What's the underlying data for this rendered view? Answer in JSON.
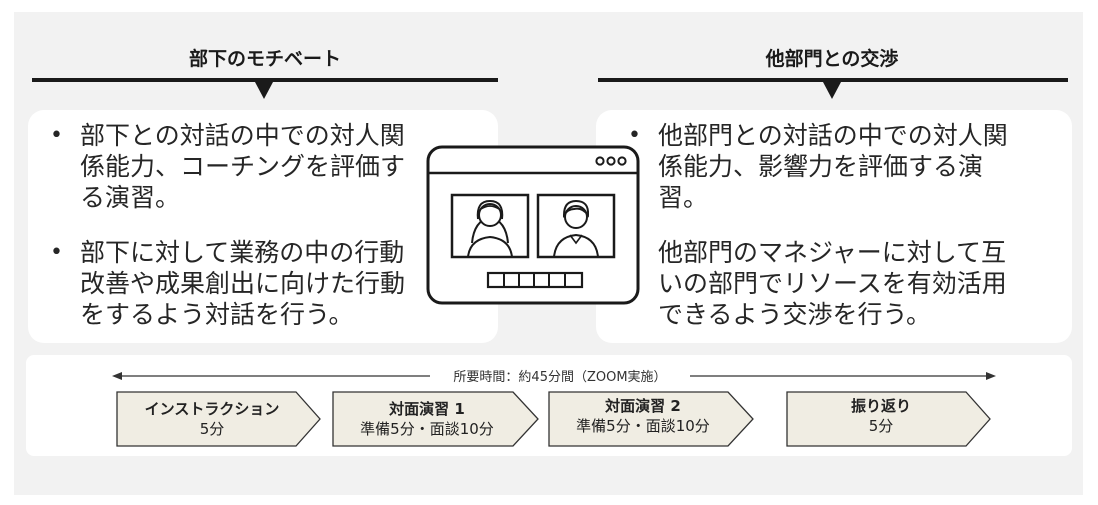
{
  "left_section": {
    "title": "部下のモチベート",
    "bullets": [
      "部下との対話の中での対人関係能力、コーチングを評価する演習。",
      "部下に対して業務の中の行動改善や成果創出に向けた行動をするよう対話を行う。"
    ]
  },
  "right_section": {
    "title": "他部門との交渉",
    "bullets": [
      "他部門との対話の中での対人関係能力、影響力を評価する演習。",
      "他部門のマネジャーに対して互いの部門でリソースを有効活用できるよう交渉を行う。"
    ]
  },
  "timeline": {
    "label": "所要時間：約45分間（ZOOM実施）",
    "steps": [
      {
        "title": "インストラクション",
        "detail": "5分"
      },
      {
        "title": "対面演習 1",
        "detail": "準備5分・面談10分"
      },
      {
        "title": "対面演習 2",
        "detail": "準備5分・面談10分"
      },
      {
        "title": "振り返り",
        "detail": "5分"
      }
    ]
  },
  "colors": {
    "background": "#f2f2f2",
    "panel": "#ffffff",
    "rule": "#1a1a1a",
    "step_fill": "#f0ede3",
    "step_stroke": "#333333"
  },
  "icons": [
    "video-call-window-icon",
    "woman-avatar-icon",
    "man-avatar-icon"
  ]
}
